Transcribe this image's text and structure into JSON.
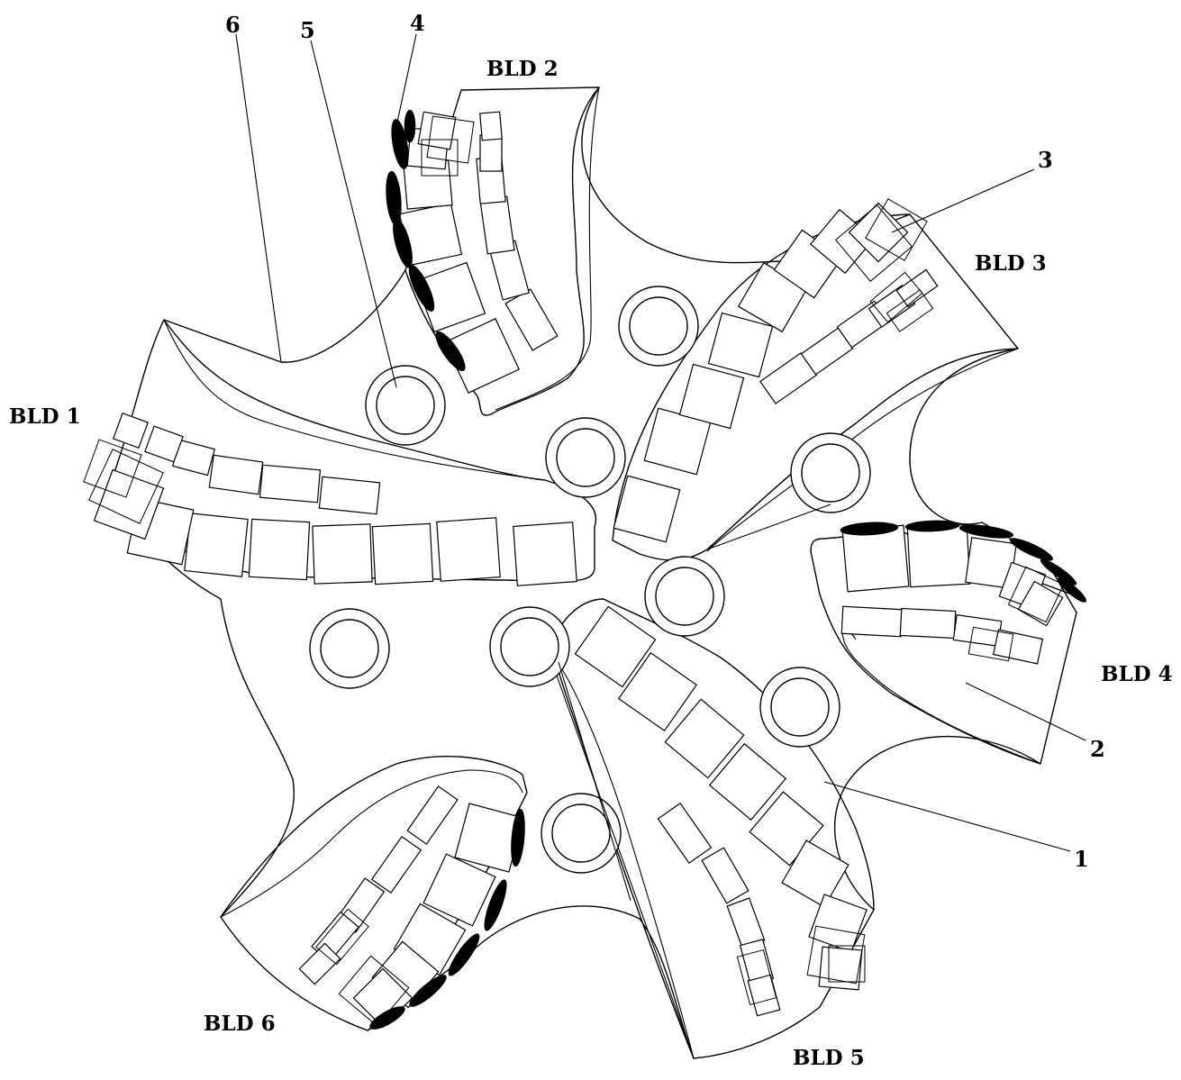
{
  "blades": [
    {
      "id": "bld1",
      "label": "BLD 1"
    },
    {
      "id": "bld2",
      "label": "BLD 2"
    },
    {
      "id": "bld3",
      "label": "BLD 3"
    },
    {
      "id": "bld4",
      "label": "BLD 4"
    },
    {
      "id": "bld5",
      "label": "BLD 5"
    },
    {
      "id": "bld6",
      "label": "BLD 6"
    }
  ],
  "callouts": [
    {
      "id": "c1",
      "label": "1"
    },
    {
      "id": "c2",
      "label": "2"
    },
    {
      "id": "c3",
      "label": "3"
    },
    {
      "id": "c4",
      "label": "4"
    },
    {
      "id": "c5",
      "label": "5"
    },
    {
      "id": "c6",
      "label": "6"
    }
  ]
}
